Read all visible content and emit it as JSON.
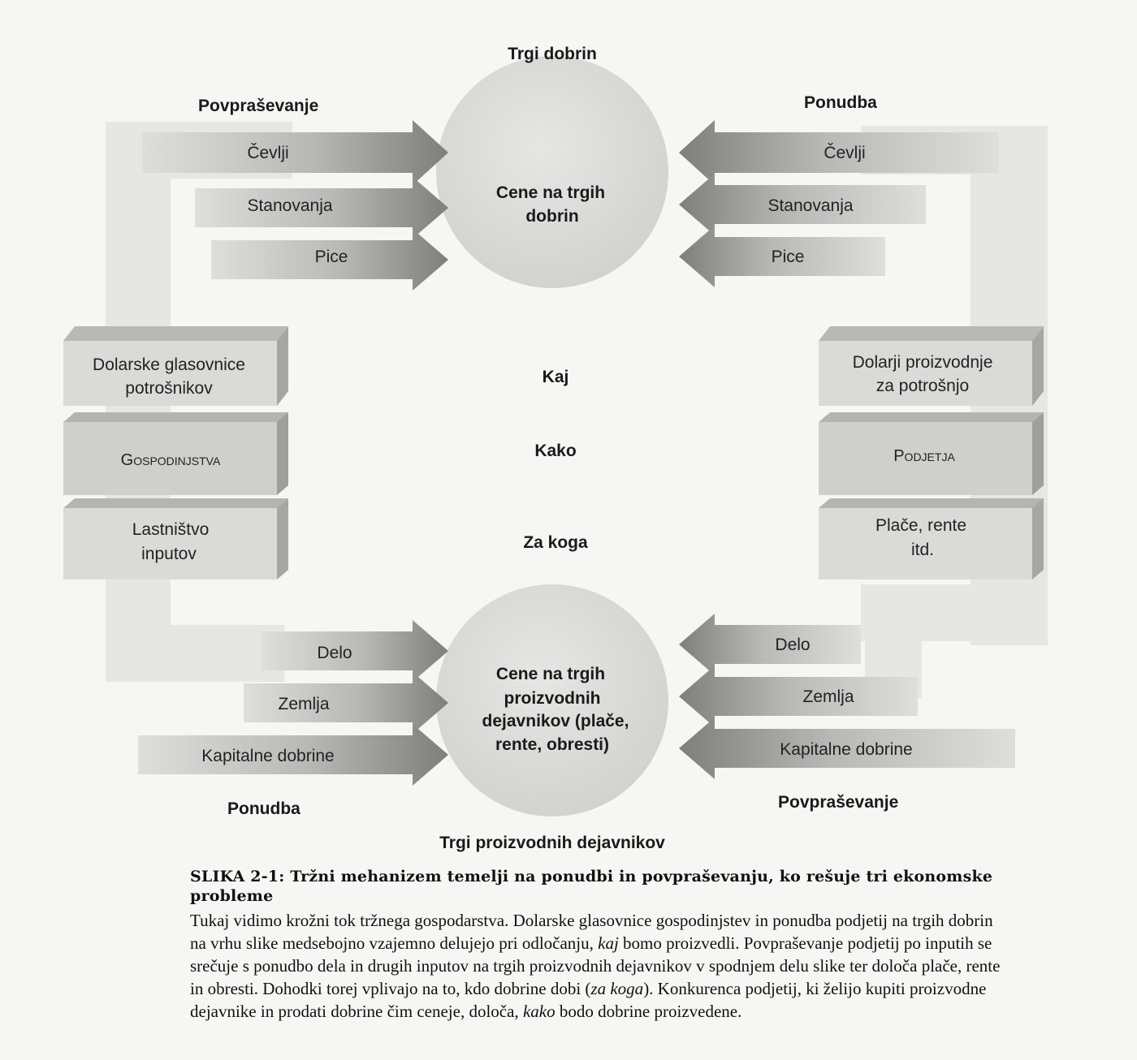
{
  "diagram": {
    "top_title": "Trgi dobrin",
    "bottom_title": "Trgi proizvodnih dejavnikov",
    "top_left_heading": "Povpraševanje",
    "top_right_heading": "Ponudba",
    "bottom_left_heading": "Ponudba",
    "bottom_right_heading": "Povpraševanje",
    "top_circle": [
      "Cene na trgih",
      "dobrin"
    ],
    "bottom_circle": [
      "Cene na trgih",
      "proizvodnih",
      "dejavnikov (plače,",
      "rente, obresti)"
    ],
    "goods_left_arrows": [
      "Čevlji",
      "Stanovanja",
      "Pice"
    ],
    "goods_right_arrows": [
      "Čevlji",
      "Stanovanja",
      "Pice"
    ],
    "factor_left_arrows": [
      "Delo",
      "Zemlja",
      "Kapitalne dobrine"
    ],
    "factor_right_arrows": [
      "Delo",
      "Zemlja",
      "Kapitalne dobrine"
    ],
    "households": {
      "top": [
        "Dolarske glasovnice",
        "potrošnikov"
      ],
      "name": "Gospodinjstva",
      "bottom": [
        "Lastništvo",
        "inputov"
      ]
    },
    "firms": {
      "top": [
        "Dolarji proizvodnje",
        "za potrošnjo"
      ],
      "name": "Podjetja",
      "bottom": [
        "Plače, rente",
        "itd."
      ]
    },
    "questions": [
      "Kaj",
      "Kako",
      "Za koga"
    ]
  },
  "caption": {
    "title": "SLIKA 2-1: Tržni mehanizem temelji na ponudbi in povpraševanju, ko rešuje tri ekonomske probleme",
    "parts": [
      {
        "text": "Tukaj vidimo krožni tok tržnega gospodarstva. Dolarske glasovnice gospodinjstev in ponudba podjetij na trgih dobrin na vrhu slike medsebojno vzajemno delujejo pri odločanju, ",
        "italic": false
      },
      {
        "text": "kaj",
        "italic": true
      },
      {
        "text": " bomo proizvedli. Povpraševanje podjetij po inputih se srečuje s ponudbo dela in drugih inputov na trgih proizvodnih dejavnikov v spodnjem delu slike ter določa plače, rente in obresti. Dohodki torej vplivajo na to, kdo dobrine dobi (",
        "italic": false
      },
      {
        "text": "za koga",
        "italic": true
      },
      {
        "text": "). Konkurenca podjetij, ki želijo kupiti proizvodne dejavnike in prodati dobrine čim ceneje, določa, ",
        "italic": false
      },
      {
        "text": "kako",
        "italic": true
      },
      {
        "text": " bodo dobrine proizvedene.",
        "italic": false
      }
    ]
  },
  "colors": {
    "background": "#f6f6f4",
    "circle": "#dcdcdc",
    "ghost_flow": "#e9e9e6",
    "arrow_light": "#d4d4d2",
    "arrow_dark": "#8c8c8a",
    "box_front": "#d9d9d7",
    "box_top": "#b4b4b2",
    "box_side": "#a2a2a0"
  }
}
